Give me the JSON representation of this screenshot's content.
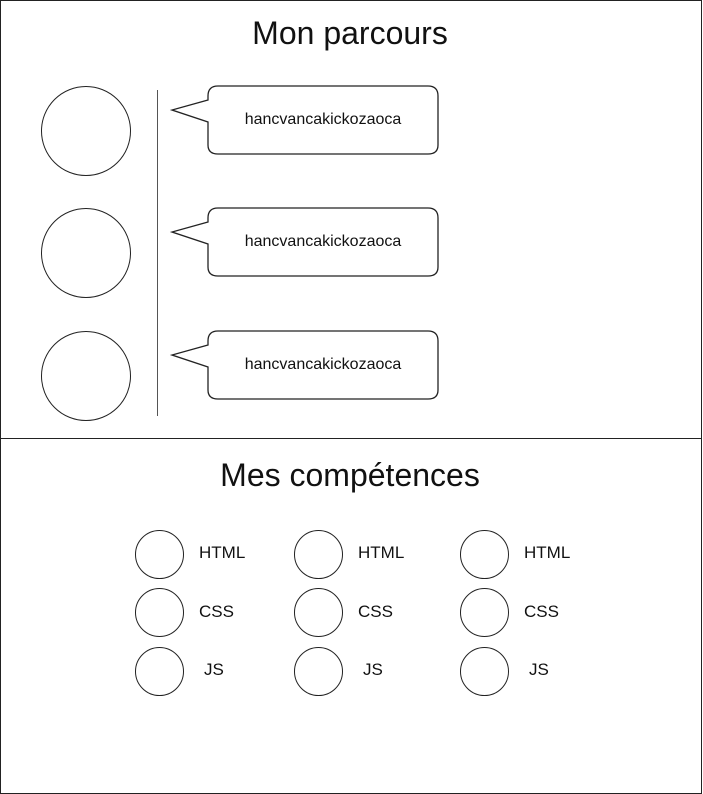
{
  "parcours": {
    "title": "Mon parcours",
    "entries": [
      {
        "text": "hancvancakickozaoca"
      },
      {
        "text": "hancvancakickozaoca"
      },
      {
        "text": "hancvancakickozaoca"
      }
    ]
  },
  "competences": {
    "title": "Mes compétences",
    "columns": [
      {
        "skills": [
          "HTML",
          "CSS",
          "JS"
        ]
      },
      {
        "skills": [
          "HTML",
          "CSS",
          "JS"
        ]
      },
      {
        "skills": [
          "HTML",
          "CSS",
          "JS"
        ]
      }
    ]
  }
}
